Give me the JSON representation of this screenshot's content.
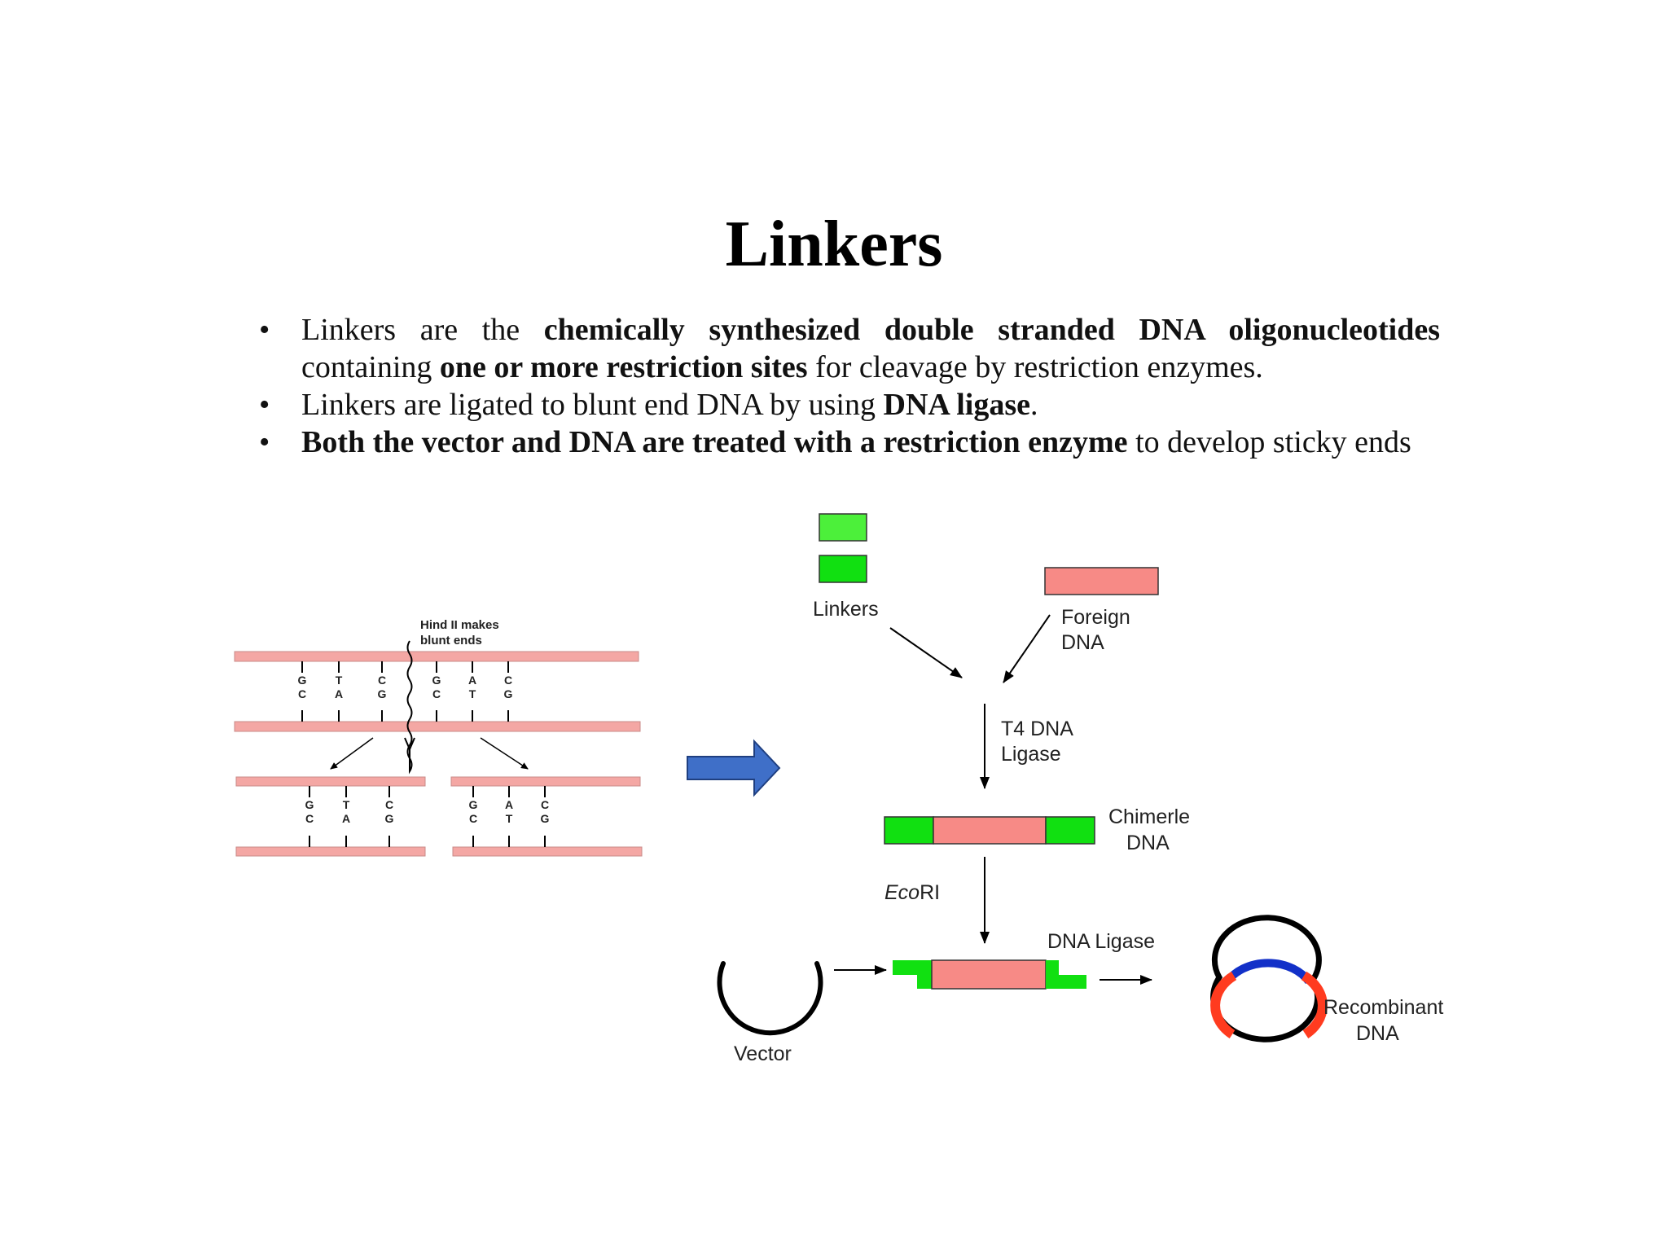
{
  "title": "Linkers",
  "bullets": [
    {
      "parts": [
        {
          "text": "Linkers are the ",
          "bold": false
        },
        {
          "text": "chemically synthesized double stranded DNA oligonucleotides",
          "bold": true
        },
        {
          "text": " containing ",
          "bold": false
        },
        {
          "text": "one or more restriction sites",
          "bold": true
        },
        {
          "text": " for cleavage by restriction enzymes.",
          "bold": false
        }
      ]
    },
    {
      "parts": [
        {
          "text": "Linkers are ligated to blunt end DNA by using ",
          "bold": false
        },
        {
          "text": "DNA ligase",
          "bold": true
        },
        {
          "text": ".",
          "bold": false
        }
      ]
    },
    {
      "parts": [
        {
          "text": "Both the vector and DNA are treated with a restriction enzyme",
          "bold": true
        },
        {
          "text": " to develop sticky ends",
          "bold": false
        }
      ]
    }
  ],
  "bullet_symbol": "•",
  "left_diagram": {
    "cut_label_line1": "Hind II makes",
    "cut_label_line2": "blunt ends",
    "top_pairs": [
      [
        "G",
        "C"
      ],
      [
        "T",
        "A"
      ],
      [
        "C",
        "G"
      ],
      [
        "G",
        "C"
      ],
      [
        "A",
        "T"
      ],
      [
        "C",
        "G"
      ]
    ],
    "left_fragment_pairs": [
      [
        "G",
        "C"
      ],
      [
        "T",
        "A"
      ],
      [
        "C",
        "G"
      ]
    ],
    "right_fragment_pairs": [
      [
        "G",
        "C"
      ],
      [
        "A",
        "T"
      ],
      [
        "C",
        "G"
      ]
    ]
  },
  "right_diagram": {
    "linkers_label": "Linkers",
    "foreign_label_line1": "Foreign",
    "foreign_label_line2": "DNA",
    "ligase_label_line1": "T4 DNA",
    "ligase_label_line2": "Ligase",
    "chimeric_label_line1": "Chimerle",
    "chimeric_label_line2": "DNA",
    "enzyme_label_italic": "Eco",
    "enzyme_label_rest": "RI",
    "dna_ligase_label": "DNA Ligase",
    "vector_label": "Vector",
    "recombinant_label_line1": "Recombinant",
    "recombinant_label_line2": "DNA"
  },
  "colors": {
    "strand_pink": "#f4a7a4",
    "foreign_pink": "#f78a86",
    "linker_green": "#11e011",
    "linker_green_light": "#4cf03a",
    "arrow_blue": "#3f6fc8",
    "plasmid_red": "#ff3b1f",
    "plasmid_blue": "#1230c8"
  }
}
